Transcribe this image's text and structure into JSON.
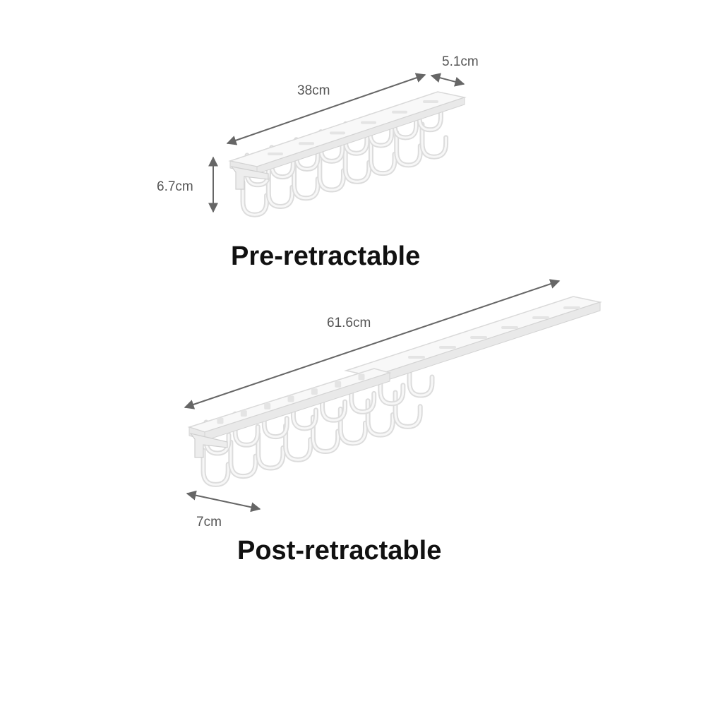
{
  "top_product": {
    "caption": "Pre-retractable",
    "dimensions": {
      "length": "38cm",
      "depth": "5.1cm",
      "height": "6.7cm"
    },
    "hook_count": 8
  },
  "bottom_product": {
    "caption": "Post-retractable",
    "dimensions": {
      "length": "61.6cm",
      "hook_spacing": "7cm"
    },
    "hook_count": 8
  },
  "colors": {
    "background": "#ffffff",
    "product": "#f2f2f2",
    "dimension_lines": "#666666",
    "caption_text": "#111111"
  }
}
